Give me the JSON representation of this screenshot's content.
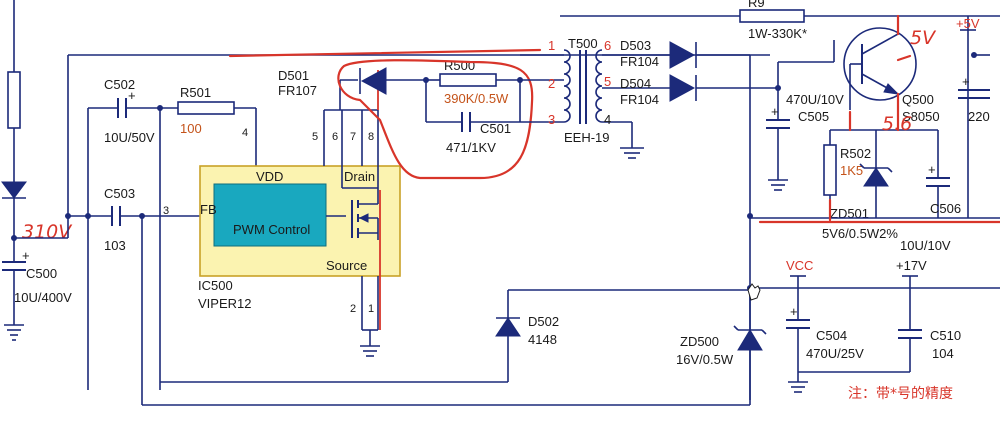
{
  "components": {
    "c500": {
      "ref": "C500",
      "value": "10U/400V"
    },
    "c502": {
      "ref": "C502",
      "value": "10U/50V"
    },
    "c503": {
      "ref": "C503",
      "value": "103"
    },
    "r501": {
      "ref": "R501",
      "value": "100"
    },
    "d501": {
      "ref": "D501",
      "value": "FR107"
    },
    "r500": {
      "ref": "R500",
      "value": "390K/0.5W"
    },
    "c501": {
      "ref": "C501",
      "value": "471/1KV"
    },
    "t500": {
      "ref": "T500",
      "value": "EEH-19"
    },
    "d503": {
      "ref": "D503",
      "value": "FR104"
    },
    "d504": {
      "ref": "D504",
      "value": "FR104"
    },
    "r9": {
      "ref": "R9",
      "value": "1W-330K*"
    },
    "c505": {
      "ref": "C505",
      "value": "470U/10V"
    },
    "q500": {
      "ref": "Q500",
      "value": "S8050"
    },
    "r502": {
      "ref": "R502",
      "value": "1K5"
    },
    "zd501": {
      "ref": "ZD501",
      "value": "5V6/0.5W2%"
    },
    "c506": {
      "ref": "C506",
      "value": "10U/10V"
    },
    "c507_partial": {
      "value": "220"
    },
    "d502": {
      "ref": "D502",
      "value": "4148"
    },
    "zd500": {
      "ref": "ZD500",
      "value": "16V/0.5W"
    },
    "c504": {
      "ref": "C504",
      "value": "470U/25V"
    },
    "c510": {
      "ref": "C510",
      "value": "104"
    },
    "ic500": {
      "ref": "IC500",
      "value": "VIPER12"
    }
  },
  "ic_labels": {
    "vdd": "VDD",
    "drain": "Drain",
    "fb": "FB",
    "source": "Source",
    "core": "PWM Control"
  },
  "pins": {
    "ic_vdd": "4",
    "ic_fb": "3",
    "ic_5": "5",
    "ic_6": "6",
    "ic_7": "7",
    "ic_8": "8",
    "ic_1": "1",
    "ic_2": "2",
    "t_1": "1",
    "t_2": "2",
    "t_3": "3",
    "t_6": "6",
    "t_5": "5",
    "t_4": "4"
  },
  "rails": {
    "vcc": "VCC",
    "v17": "+17V",
    "v5": "+5V",
    "cap_plus": "+"
  },
  "handwritten": {
    "v310": "310V",
    "v5": "5V",
    "v56": "5.6"
  },
  "note": "注：带*号的精度"
}
